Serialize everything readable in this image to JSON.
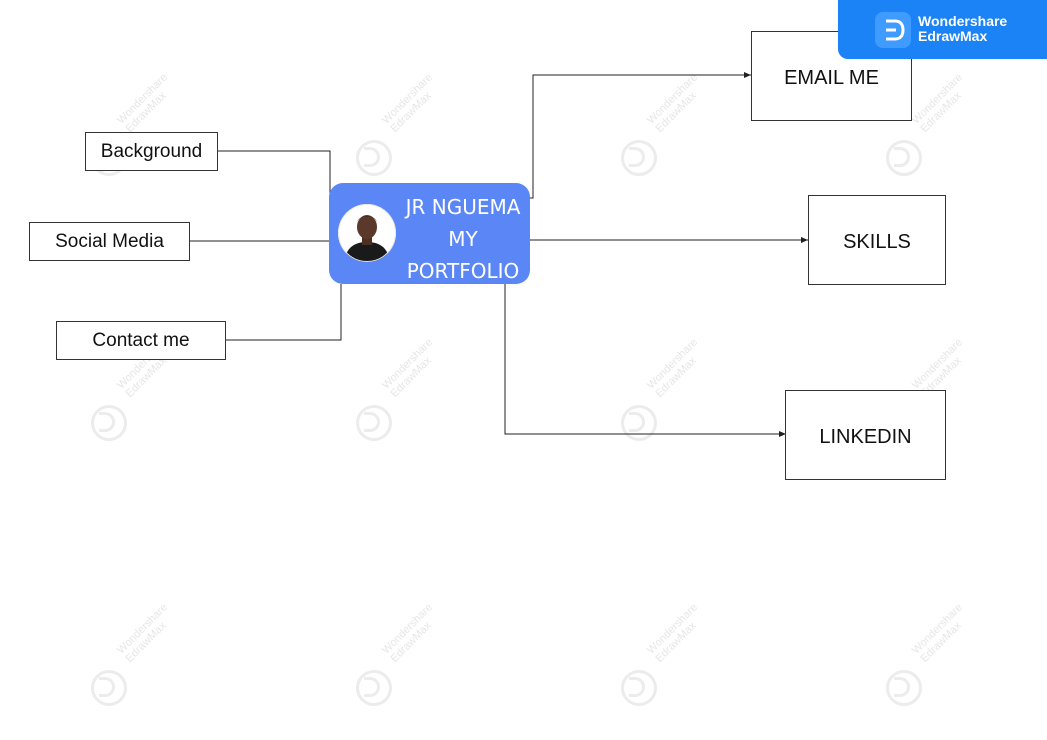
{
  "watermark": {
    "brand": "Wondershare",
    "product": "EdrawMax"
  },
  "badge": {
    "brand": "Wondershare",
    "product": "EdrawMax",
    "icon": "edrawmax-logo-icon"
  },
  "center": {
    "line1": "JR NGUEMA",
    "line2": "MY",
    "line3": "PORTFOLIO",
    "color": "#5b86f5",
    "avatar": "profile-photo"
  },
  "nodes": {
    "background": "Background",
    "social_media": "Social Media",
    "contact_me": "Contact me",
    "email_me": "EMAIL ME",
    "skills": "SKILLS",
    "linkedin": "LINKEDIN"
  }
}
